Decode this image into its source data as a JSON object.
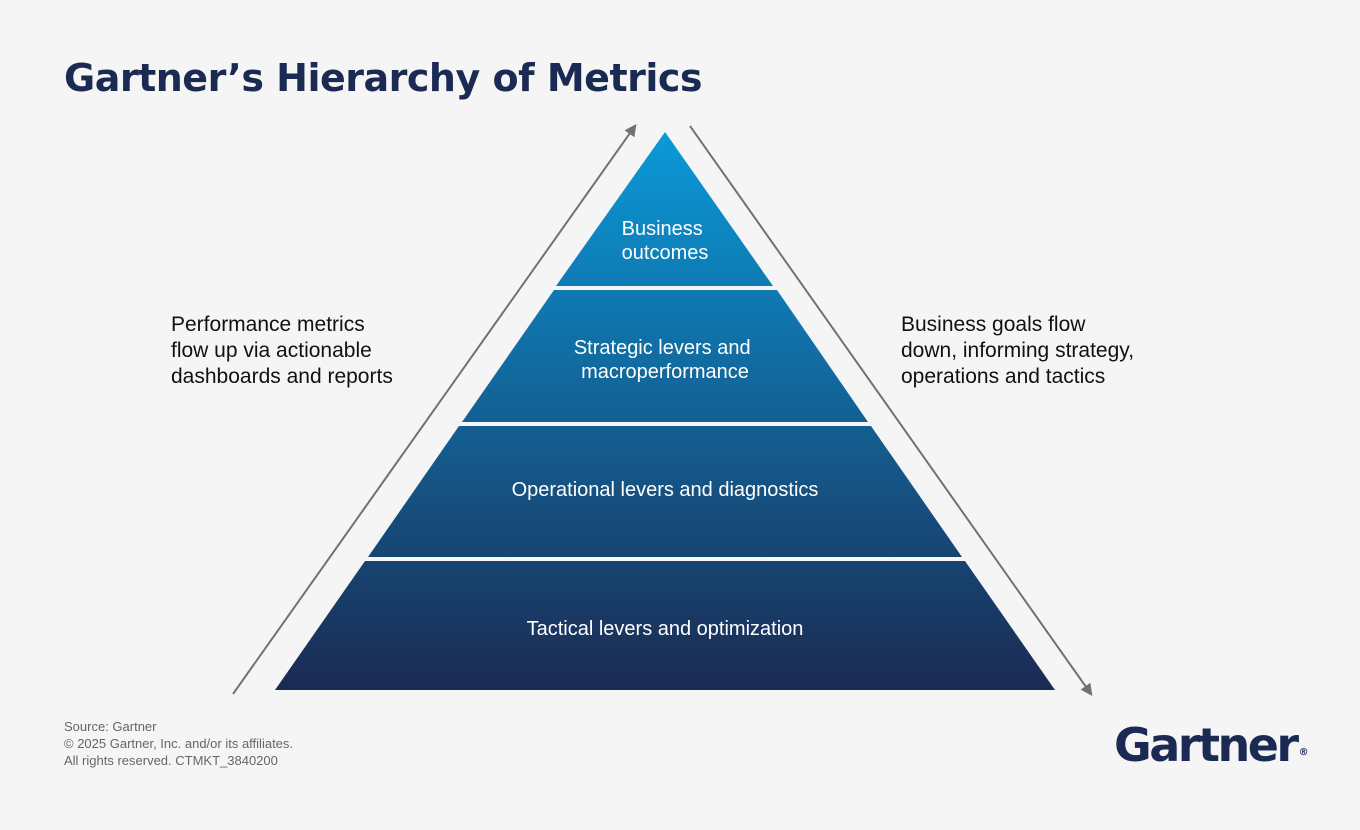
{
  "title": "Gartner’s Hierarchy of Metrics",
  "pyramid": {
    "levels": [
      {
        "lines": [
          "Business",
          "outcomes"
        ]
      },
      {
        "lines": [
          "Strategic levers and",
          "macroperformance"
        ]
      },
      {
        "lines": [
          "Operational levers and diagnostics"
        ]
      },
      {
        "lines": [
          "Tactical levers and optimization"
        ]
      }
    ]
  },
  "left_note": {
    "lines": [
      "Performance metrics",
      "flow up via actionable",
      "dashboards and reports"
    ]
  },
  "right_note": {
    "lines": [
      "Business goals flow",
      "down, informing strategy,",
      "operations and tactics"
    ]
  },
  "footer": {
    "lines": [
      "Source: Gartner",
      "© 2025 Gartner, Inc. and/or its affiliates.",
      "All rights reserved. CTMKT_3840200"
    ]
  },
  "logo": {
    "text": "Gartner",
    "mark": "®"
  },
  "colors": {
    "title": "#1b2a52",
    "pyramid_top": "#0a9ad9",
    "pyramid_bottom": "#1b2a52",
    "arrow": "#6f7470"
  }
}
